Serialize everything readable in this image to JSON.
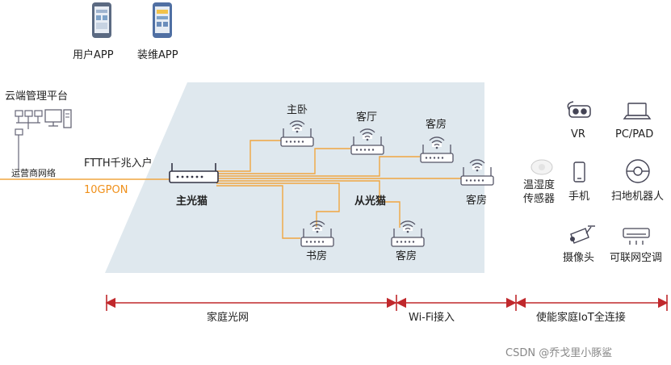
{
  "apps": {
    "user_app": "用户APP",
    "install_app": "装维APP"
  },
  "cloud_platform": "云端管理平台",
  "operator_network": "运营商网络",
  "ftth_label": "FTTH千兆入户",
  "gpon_label": "10GPON",
  "main_ont": "主光猫",
  "sub_ont": "从光猫",
  "rooms": {
    "master_bedroom": "主卧",
    "living_room": "客厅",
    "guest_room_1": "客房",
    "guest_room_2": "客房",
    "study": "书房",
    "guest_room_3": "客房"
  },
  "devices": {
    "vr": "VR",
    "pc_pad": "PC/PAD",
    "sensor_line1": "温湿度",
    "sensor_line2": "传感器",
    "phone": "手机",
    "robot": "扫地机器人",
    "camera": "摄像头",
    "aircon": "可联网空调"
  },
  "scale_bar": {
    "seg1": "家庭光网",
    "seg2": "Wi-Fi接入",
    "seg3": "使能家庭IoT全连接"
  },
  "watermark": "CSDN @乔戈里小豚鲨",
  "colors": {
    "accent_orange": "#f0901a",
    "arrow_red": "#c0282c",
    "panel_fill": "#dfe8ee"
  }
}
